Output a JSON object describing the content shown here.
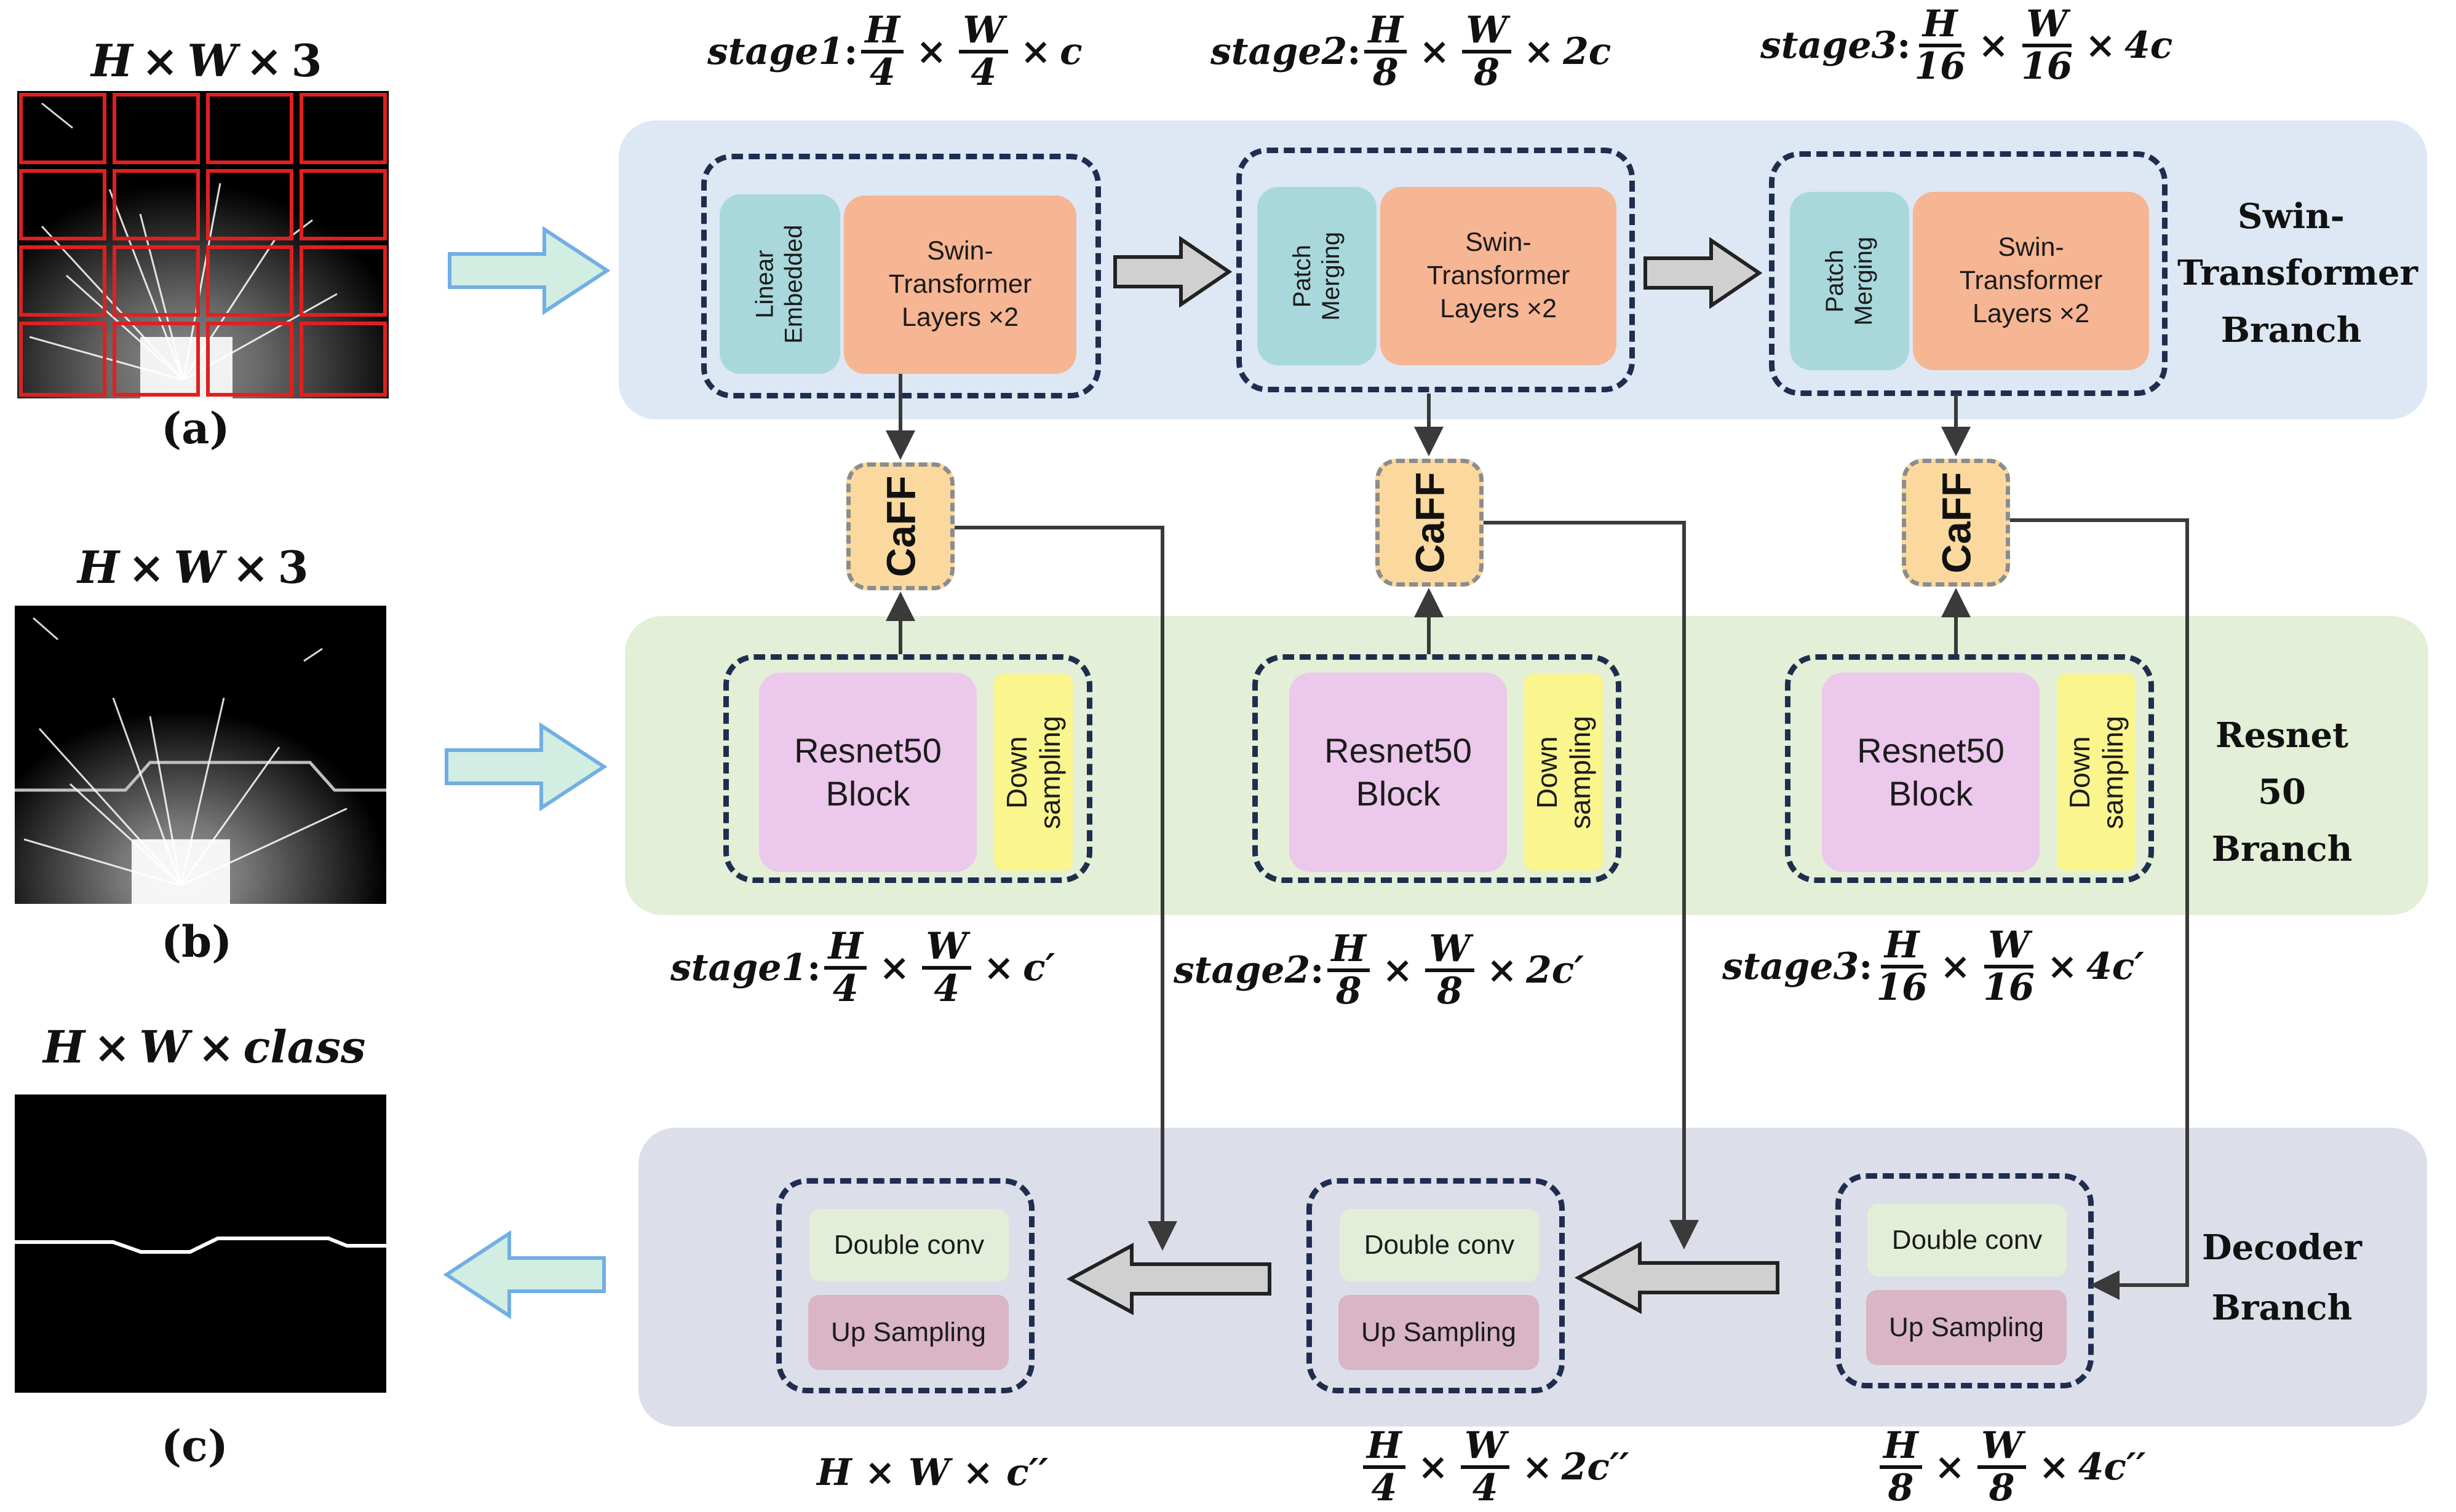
{
  "left_panel": {
    "a": {
      "dims": [
        "H",
        "×",
        "W",
        "×",
        "3"
      ],
      "caption": "(a)"
    },
    "b": {
      "dims": [
        "H",
        "×",
        "W",
        "×",
        "3"
      ],
      "caption": "(b)"
    },
    "c": {
      "dims": [
        "H",
        "×",
        "W",
        "×",
        "class"
      ],
      "caption": "(c)"
    }
  },
  "swin_branch": {
    "label": [
      "Swin-",
      "Transformer",
      "Branch"
    ],
    "stages": [
      {
        "embed": [
          "Linear",
          "Embedded"
        ],
        "layers": [
          "Swin-",
          "Transformer",
          "Layers ×2"
        ],
        "dims": {
          "name": "stage1",
          "h": "H",
          "hd": "4",
          "w": "W",
          "wd": "4",
          "ch": "c"
        }
      },
      {
        "embed": [
          "Patch",
          "Merging"
        ],
        "layers": [
          "Swin-",
          "Transformer",
          "Layers ×2"
        ],
        "dims": {
          "name": "stage2",
          "h": "H",
          "hd": "8",
          "w": "W",
          "wd": "8",
          "ch": "2c"
        }
      },
      {
        "embed": [
          "Patch",
          "Merging"
        ],
        "layers": [
          "Swin-",
          "Transformer",
          "Layers ×2"
        ],
        "dims": {
          "name": "stage3",
          "h": "H",
          "hd": "16",
          "w": "W",
          "wd": "16",
          "ch": "4c"
        }
      }
    ]
  },
  "fusion": {
    "label": "CaFF"
  },
  "resnet_branch": {
    "label": [
      "Resnet 50",
      "Branch"
    ],
    "stages": [
      {
        "block": [
          "Resnet50",
          "Block"
        ],
        "down": [
          "Down",
          "sampling"
        ],
        "dims": {
          "name": "stage1",
          "h": "H",
          "hd": "4",
          "w": "W",
          "wd": "4",
          "ch": "c′"
        }
      },
      {
        "block": [
          "Resnet50",
          "Block"
        ],
        "down": [
          "Down",
          "sampling"
        ],
        "dims": {
          "name": "stage2",
          "h": "H",
          "hd": "8",
          "w": "W",
          "wd": "8",
          "ch": "2c′"
        }
      },
      {
        "block": [
          "Resnet50",
          "Block"
        ],
        "down": [
          "Down",
          "sampling"
        ],
        "dims": {
          "name": "stage3",
          "h": "H",
          "hd": "16",
          "w": "W",
          "wd": "16",
          "ch": "4c′"
        }
      }
    ]
  },
  "decoder_branch": {
    "label": [
      "Decoder",
      "Branch"
    ],
    "stages": [
      {
        "conv": "Double conv",
        "up": "Up Sampling",
        "dims": {
          "plain": "H × W × c′′"
        }
      },
      {
        "conv": "Double conv",
        "up": "Up Sampling",
        "dims": {
          "h": "H",
          "hd": "4",
          "w": "W",
          "wd": "4",
          "ch": "2c′′"
        }
      },
      {
        "conv": "Double conv",
        "up": "Up Sampling",
        "dims": {
          "h": "H",
          "hd": "8",
          "w": "W",
          "wd": "8",
          "ch": "4c′′"
        }
      }
    ]
  },
  "colors": {
    "swin_band": "#dde8f4",
    "resnet_band": "#e3efd6",
    "decoder_band": "#dcdfe9",
    "embed": "#a8d8dc",
    "layers": "#f6b593",
    "resnet_block": "#ecc8ec",
    "down": "#faf58c",
    "double_conv": "#e3eed9",
    "up_sampling": "#d9b5c6",
    "caff": "#fbd99e",
    "input_arrow_fill": "#d2ede1",
    "input_arrow_stroke": "#72aee6",
    "flow_arrow": "#d0d0d0"
  }
}
